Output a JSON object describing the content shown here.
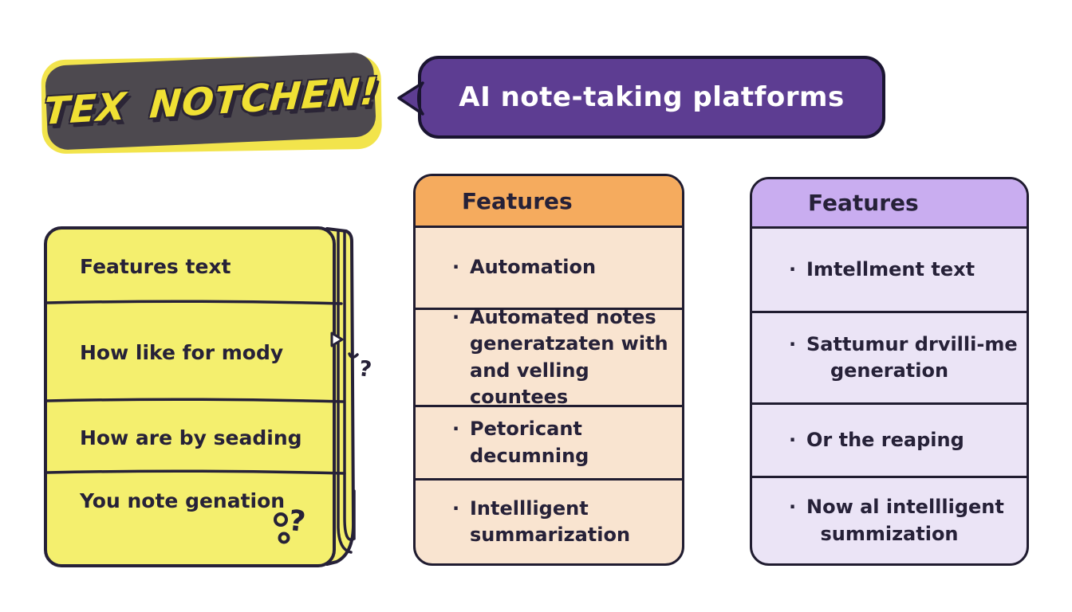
{
  "ui": {
    "bullet": "·"
  },
  "colors": {
    "ink": "#262138",
    "banner_bg": "#4d494f",
    "banner_accent": "#f2e44c",
    "banner_text": "#f0e034",
    "bubble_bg": "#5d3d92",
    "bubble_text": "#ffffff",
    "notepad_bg": "#f4ef6e",
    "orange_header": "#f5ab5e",
    "orange_row": "#f9e4d0",
    "purple_header": "#c9adf0",
    "purple_row": "#ebe4f6"
  },
  "title_banner": {
    "text": "TEX NOTCHEN!"
  },
  "speech_bubble": {
    "text": "AI note-taking platforms"
  },
  "notepad": {
    "rows": [
      "Features text",
      "How like for mody",
      "How are by seading",
      "You note genation"
    ],
    "doodles": {
      "question_side": "?",
      "question_bottom": "?"
    }
  },
  "orange_table": {
    "header": "Features",
    "items": [
      {
        "lines": [
          "Automation"
        ]
      },
      {
        "lines": [
          "Automated notes",
          "generatzaten with",
          "and velling countees"
        ]
      },
      {
        "lines": [
          "Petoricant",
          "decumning"
        ]
      },
      {
        "lines": [
          "Intellligent",
          "summarization"
        ]
      }
    ]
  },
  "purple_table": {
    "header": "Features",
    "items": [
      {
        "lines": [
          "Imtellment text"
        ]
      },
      {
        "lines": [
          "Sattumur drvilli-me",
          "generation"
        ]
      },
      {
        "lines": [
          "Or the reaping"
        ]
      },
      {
        "lines": [
          "Now al intellligent",
          "summization"
        ]
      }
    ]
  }
}
